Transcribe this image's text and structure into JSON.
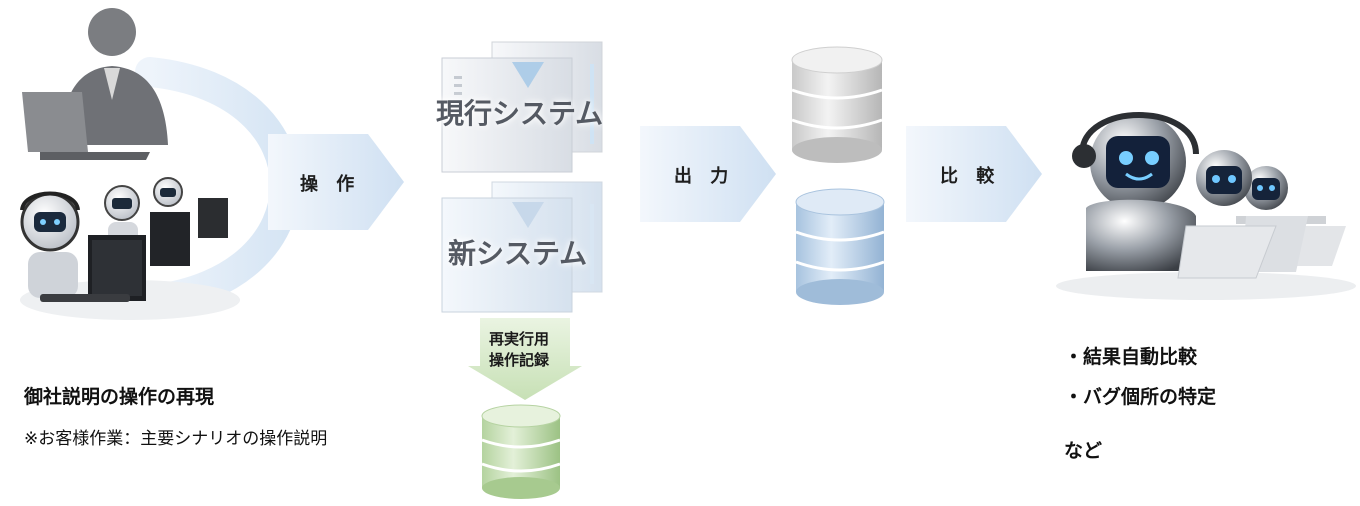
{
  "arrows": {
    "operate": "操 作",
    "output": "出 力",
    "compare": "比 較",
    "replay_line1": "再実行用",
    "replay_line2": "操作記録"
  },
  "systems": {
    "current": "現行システム",
    "new": "新システム"
  },
  "left_caption": {
    "title": "御社説明の操作の再現",
    "note": "※お客様作業：主要シナリオの操作説明"
  },
  "results": {
    "items": [
      "・結果自動比較",
      "・バグ個所の特定"
    ],
    "etc": "など"
  },
  "colors": {
    "arrow_blue": "#dbe8f5",
    "db_gray": "#d9d9d9",
    "db_blue": "#b7cfe6",
    "db_green": "#c4dcb4",
    "arc_blue": "#dde9f5"
  }
}
